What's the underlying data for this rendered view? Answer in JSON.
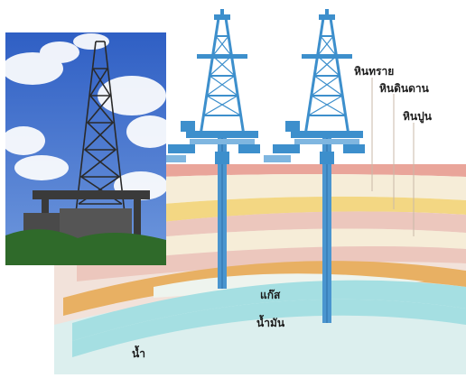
{
  "labels": {
    "sandstone": "หินทราย",
    "shale": "หินดินดาน",
    "limestone": "หินปูน",
    "gas": "แก๊ส",
    "oil": "น้ำมัน",
    "water": "น้ำ"
  },
  "photo": {
    "subject": "drilling-rig-photo",
    "sky_color": "#3f6fd0",
    "cloud_color": "#ffffff",
    "ground_color": "#2f6a2a"
  },
  "colors": {
    "sky": "#ffffff",
    "surface_rock": "#e9a59a",
    "layer_cream": "#f6edd8",
    "layer_yellow": "#f3d783",
    "layer_pink": "#ecc7bd",
    "cap_rock": "#e8b063",
    "gas": "#eef4ee",
    "oil": "#a5dfe2",
    "water": "#dcefee",
    "derrick": "#3d8fcc",
    "pipe": "#4a95cf"
  }
}
